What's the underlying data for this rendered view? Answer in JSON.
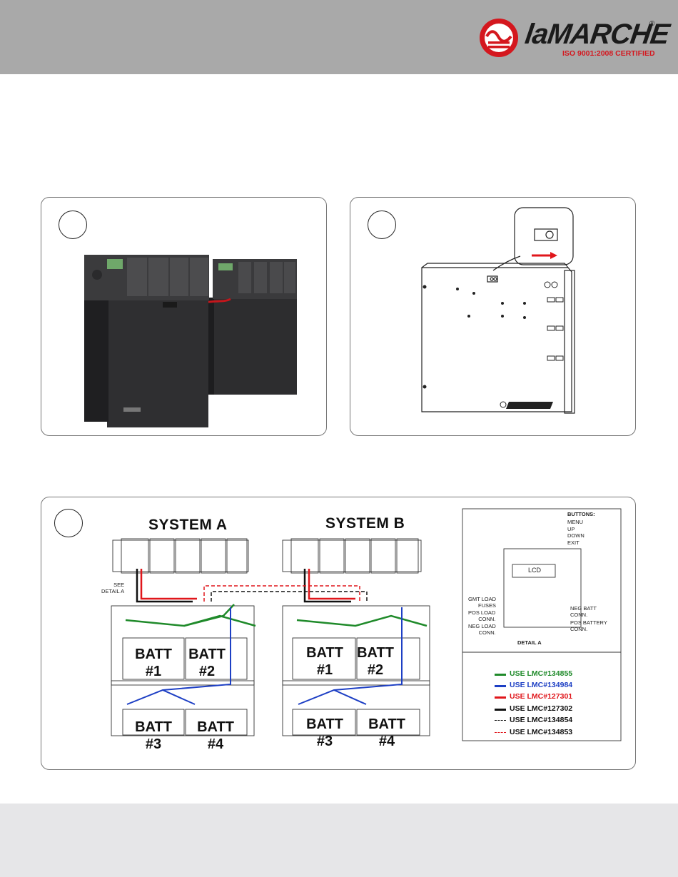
{
  "header": {
    "logo_word": "laMARCHE",
    "logo_registered": "®",
    "logo_certification": "ISO 9001:2008 CERTIFIED",
    "brand_color": "#d4171e",
    "band_color": "#a9a9a9"
  },
  "step1": {
    "number": ""
  },
  "step2": {
    "number": ""
  },
  "step3": {
    "number": "",
    "system_a_title": "SYSTEM A",
    "system_b_title": "SYSTEM B",
    "see_detail": "SEE\nDETAIL A",
    "batteries": [
      {
        "line1": "BATT",
        "line2": "#1"
      },
      {
        "line1": "BATT",
        "line2": "#2"
      },
      {
        "line1": "BATT",
        "line2": "#3"
      },
      {
        "line1": "BATT",
        "line2": "#4"
      }
    ]
  },
  "detail": {
    "buttons_title": "BUTTONS:",
    "buttons": [
      "MENU",
      "UP",
      "DOWN",
      "EXIT"
    ],
    "lcd_label": "LCD",
    "left_labels": [
      "GMT LOAD\nFUSES",
      "POS LOAD\nCONN.",
      "NEG LOAD\nCONN."
    ],
    "right_labels": [
      "NEG BATT\nCONN.",
      "POS BATTERY\nCONN."
    ],
    "caption": "DETAIL A"
  },
  "legend": [
    {
      "text": "USE LMC#134855",
      "color": "#1f8a2a",
      "style": "solid"
    },
    {
      "text": "USE LMC#134984",
      "color": "#1d3fc4",
      "style": "solid"
    },
    {
      "text": "USE LMC#127301",
      "color": "#e0161b",
      "style": "solid"
    },
    {
      "text": "USE LMC#127302",
      "color": "#111111",
      "style": "solid"
    },
    {
      "text": "USE LMC#134854",
      "color": "#111111",
      "style": "dashed"
    },
    {
      "text": "USE LMC#134853",
      "color": "#e0161b",
      "style": "dashed"
    }
  ]
}
